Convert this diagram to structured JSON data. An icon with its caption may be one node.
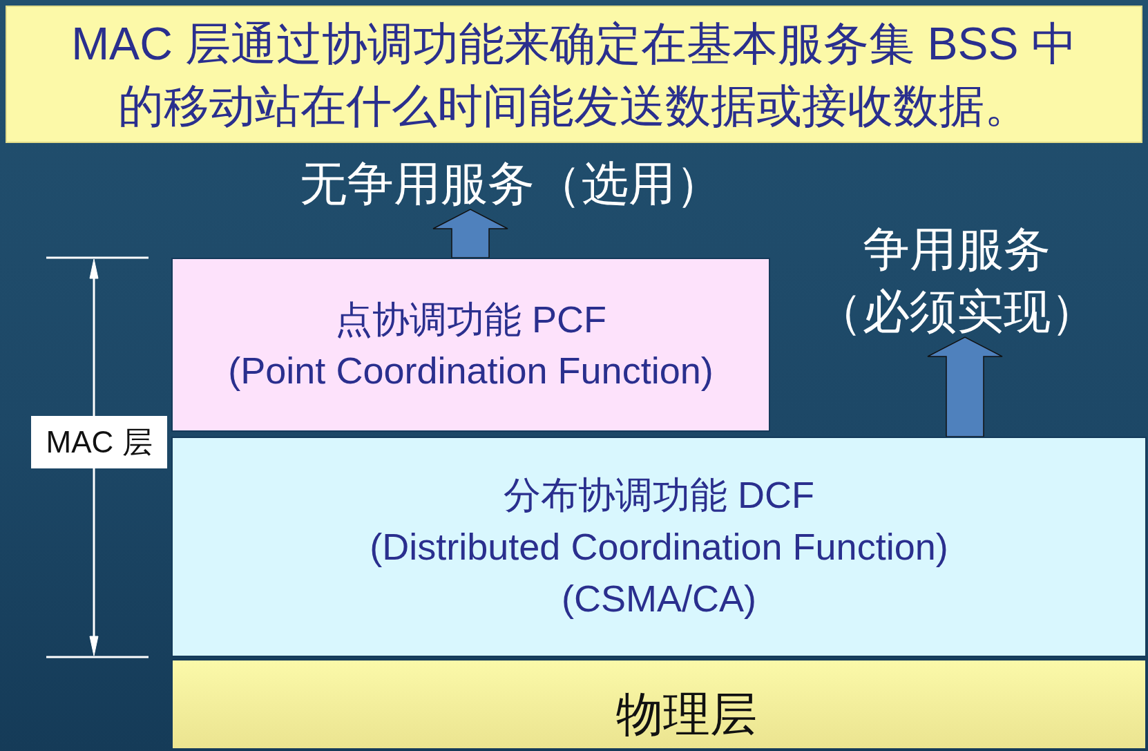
{
  "diagram": {
    "title": "MAC 层通过协调功能来确定在基本服务集 BSS 中的移动站在什么时间能发送数据或接收数据。",
    "nodes": [
      {
        "text": [
          "无争用服务（选用）"
        ]
      },
      {
        "text": [
          "争用服务",
          "（必须实现）"
        ]
      },
      {
        "text": [
          "点协调功能 PCF",
          "(Point Coordination Function)"
        ]
      },
      {
        "text": [
          "MAC 层"
        ]
      },
      {
        "text": [
          "分布协调功能 DCF",
          "(Distributed Coordination Function)",
          "(CSMA/CA)"
        ]
      },
      {
        "text": [
          "物理层"
        ]
      }
    ],
    "edges": [
      {
        "from": 2,
        "to": 0,
        "arrow": "to"
      },
      {
        "from": 4,
        "to": 1,
        "arrow": "to"
      }
    ]
  }
}
